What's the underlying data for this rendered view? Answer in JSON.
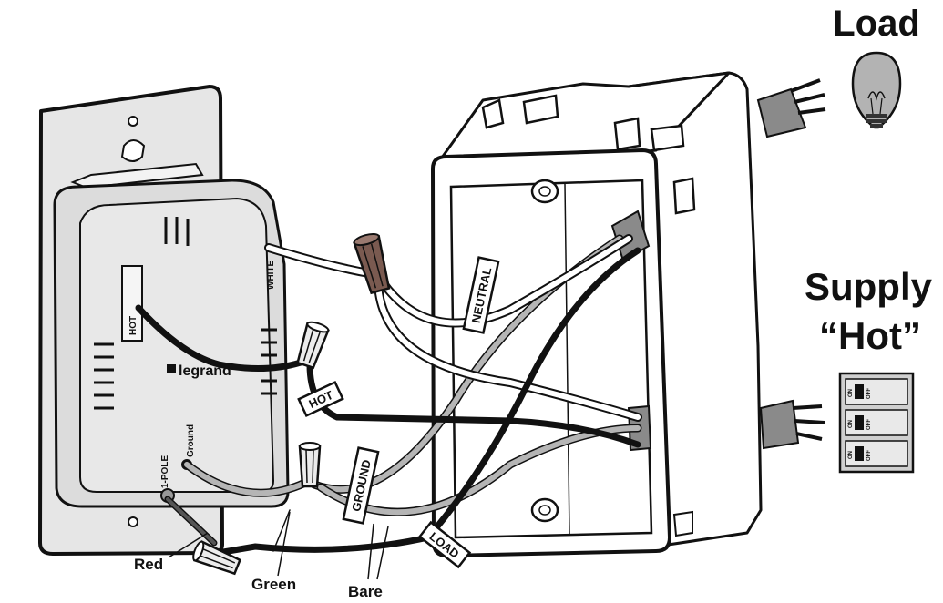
{
  "headings": {
    "load": "Load",
    "supply_line1": "Supply",
    "supply_line2": "“Hot”"
  },
  "switch_labels": {
    "white_terminal": "WHITE",
    "hot_terminal": "HOT",
    "ground_terminal": "Ground",
    "pole_terminal": "1-POLE",
    "brand": "legrand"
  },
  "wire_tags": {
    "neutral": "NEUTRAL",
    "hot": "HOT",
    "ground": "GROUND",
    "load": "LOAD"
  },
  "callouts": {
    "red": "Red",
    "green": "Green",
    "bare": "Bare"
  },
  "breaker_panel": {
    "breakers": [
      {
        "on": "ON",
        "off": "OFF"
      },
      {
        "on": "ON",
        "off": "OFF"
      },
      {
        "on": "ON",
        "off": "OFF"
      }
    ]
  },
  "colors": {
    "black_wire": "#111111",
    "white_wire": "#ffffff",
    "gray_wire": "#b5b5b5",
    "plate": "#e6e6e6",
    "switch_body": "#dcdcdc",
    "box": "#ffffff",
    "sheath": "#8a8a8a"
  }
}
